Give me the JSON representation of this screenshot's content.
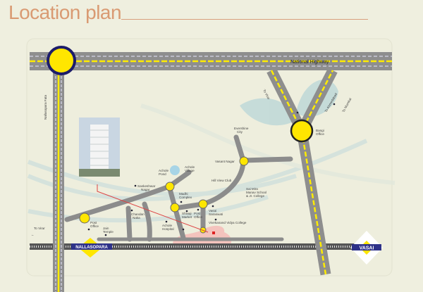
{
  "title": "Location plan",
  "roads": {
    "national_highway": "National Highway",
    "nallasopara_fata": "Nallasopara Fata",
    "to_virar": "To Virar",
    "to_mumbai": "To Mumbai",
    "to_ahmedabad": "To Ahmedabad"
  },
  "landmarks": {
    "evershine_city": [
      "Evershine",
      "City"
    ],
    "vasant_nagar": "Vasant Nagar",
    "hill_view_club": "Hill View Club",
    "school": [
      "Sai Mira",
      "Manav School",
      "& Jr. College"
    ],
    "achole_village": [
      "Achole",
      "Village"
    ],
    "achole_pond": [
      "Achole",
      "Pond"
    ],
    "sankeshwar_nagar": [
      "Sankeshwar",
      "Nagar"
    ],
    "madhi_complex": [
      "Madhi",
      "Complex"
    ],
    "vasai_saraswati": [
      "Vasai",
      "Saraswati"
    ],
    "post_office_right": [
      "Post",
      "Office"
    ],
    "shivaji_market": [
      "Shivaji",
      "Market"
    ],
    "achole_hospital": [
      "Achole",
      "Hospital"
    ],
    "chandan_naka": [
      "Chandan",
      "Naka"
    ],
    "post_office_left": [
      "Post",
      "Office"
    ],
    "jain_temple": [
      "Jain",
      "Temple"
    ],
    "college": "Vivekanand Vidya College",
    "bangi_office": [
      "Bangi",
      "Office"
    ]
  },
  "stations": {
    "nallasopara": "NALLASOPARA",
    "vasai": "VASAI"
  },
  "colors": {
    "title": "#d99a72",
    "road": "#8c8c8c",
    "junction": "#ffe600",
    "site_area": "#f4c3bd",
    "station_badge": "#2e3289"
  }
}
